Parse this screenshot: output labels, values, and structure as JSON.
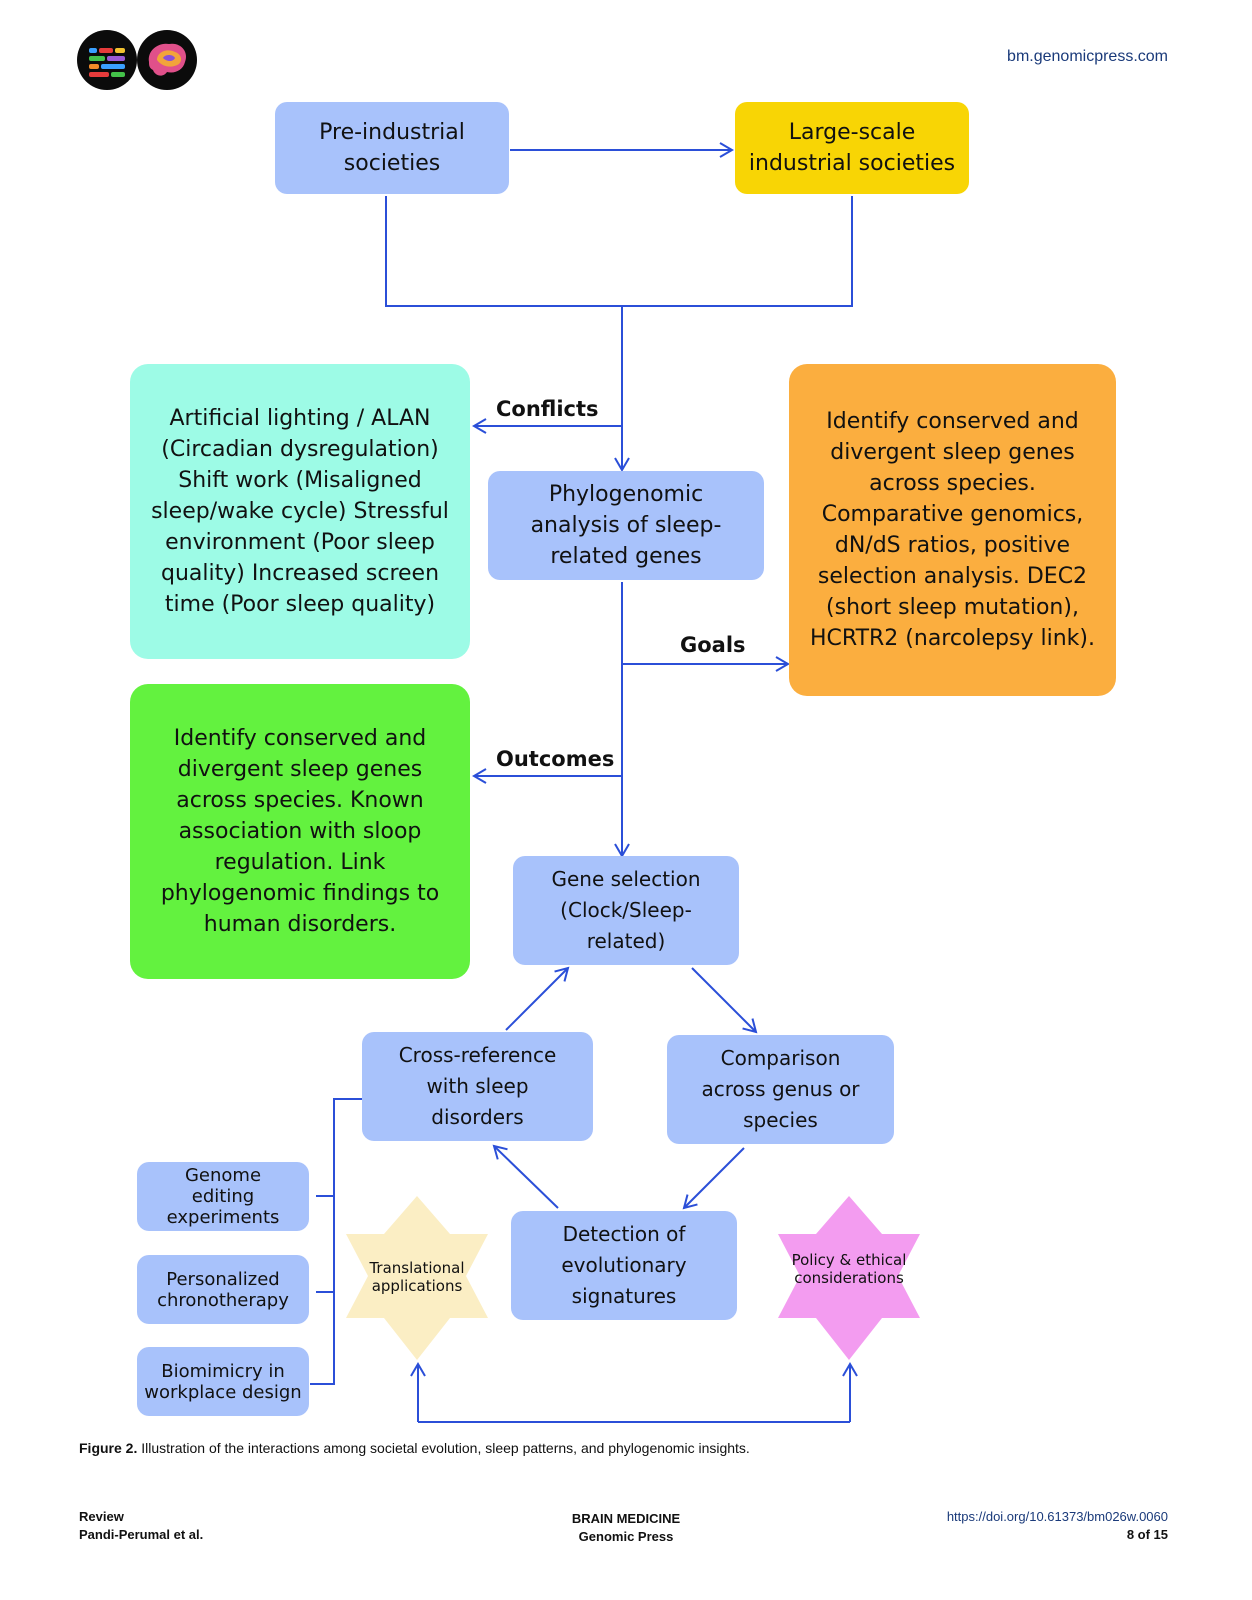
{
  "header": {
    "url": "bm.genomicpress.com",
    "logos": [
      "genomic-press-logo",
      "brain-medicine-logo"
    ]
  },
  "diagram": {
    "nodes": {
      "pre_industrial": "Pre-industrial societies",
      "large_scale": "Large-scale industrial societies",
      "phylogenomic": "Phylogenomic analysis of sleep-related genes",
      "conflicts_box": "Artificial lighting / ALAN (Circadian dysregulation) Shift work (Misaligned sleep/wake cycle) Stressful environment (Poor sleep quality) Increased screen time (Poor sleep quality)",
      "goals_box": "Identify conserved and divergent sleep genes across species. Comparative genomics, dN/dS ratios, positive selection analysis. DEC2 (short sleep mutation), HCRTR2 (narcolepsy link).",
      "outcomes_box": "Identify conserved and divergent sleep genes across species. Known association with sloop regulation. Link phylogenomic findings to human disorders.",
      "gene_selection": "Gene selection (Clock/Sleep-related)",
      "cross_reference": "Cross-reference with sleep disorders",
      "comparison": "Comparison across genus or species",
      "detection": "Detection of evolutionary signatures",
      "genome_editing": "Genome editing experiments",
      "personalized": "Personalized chronotherapy",
      "biomimicry": "Biomimicry in workplace design",
      "translational": "Translational applications",
      "policy": "Policy & ethical considerations"
    },
    "edge_labels": {
      "conflicts": "Conflicts",
      "goals": "Goals",
      "outcomes": "Outcomes"
    },
    "colors": {
      "blue_box": "#a8c2fb",
      "yellow_box": "#f8d505",
      "cyan_box": "#9dfbe6",
      "orange_box": "#fbae3f",
      "green_box": "#63f23f",
      "translational_star": "#fbeec4",
      "policy_star": "#f39cf0",
      "connector": "#2b4fd8"
    }
  },
  "caption": {
    "label": "Figure 2.",
    "text": "Illustration of the interactions among societal evolution, sleep patterns, and phylogenomic insights."
  },
  "footer": {
    "type": "Review",
    "authors": "Pandi-Perumal et al.",
    "journal": "BRAIN MEDICINE",
    "publisher": "Genomic Press",
    "doi": "https://doi.org/10.61373/bm026w.0060",
    "page": "8 of 15"
  }
}
